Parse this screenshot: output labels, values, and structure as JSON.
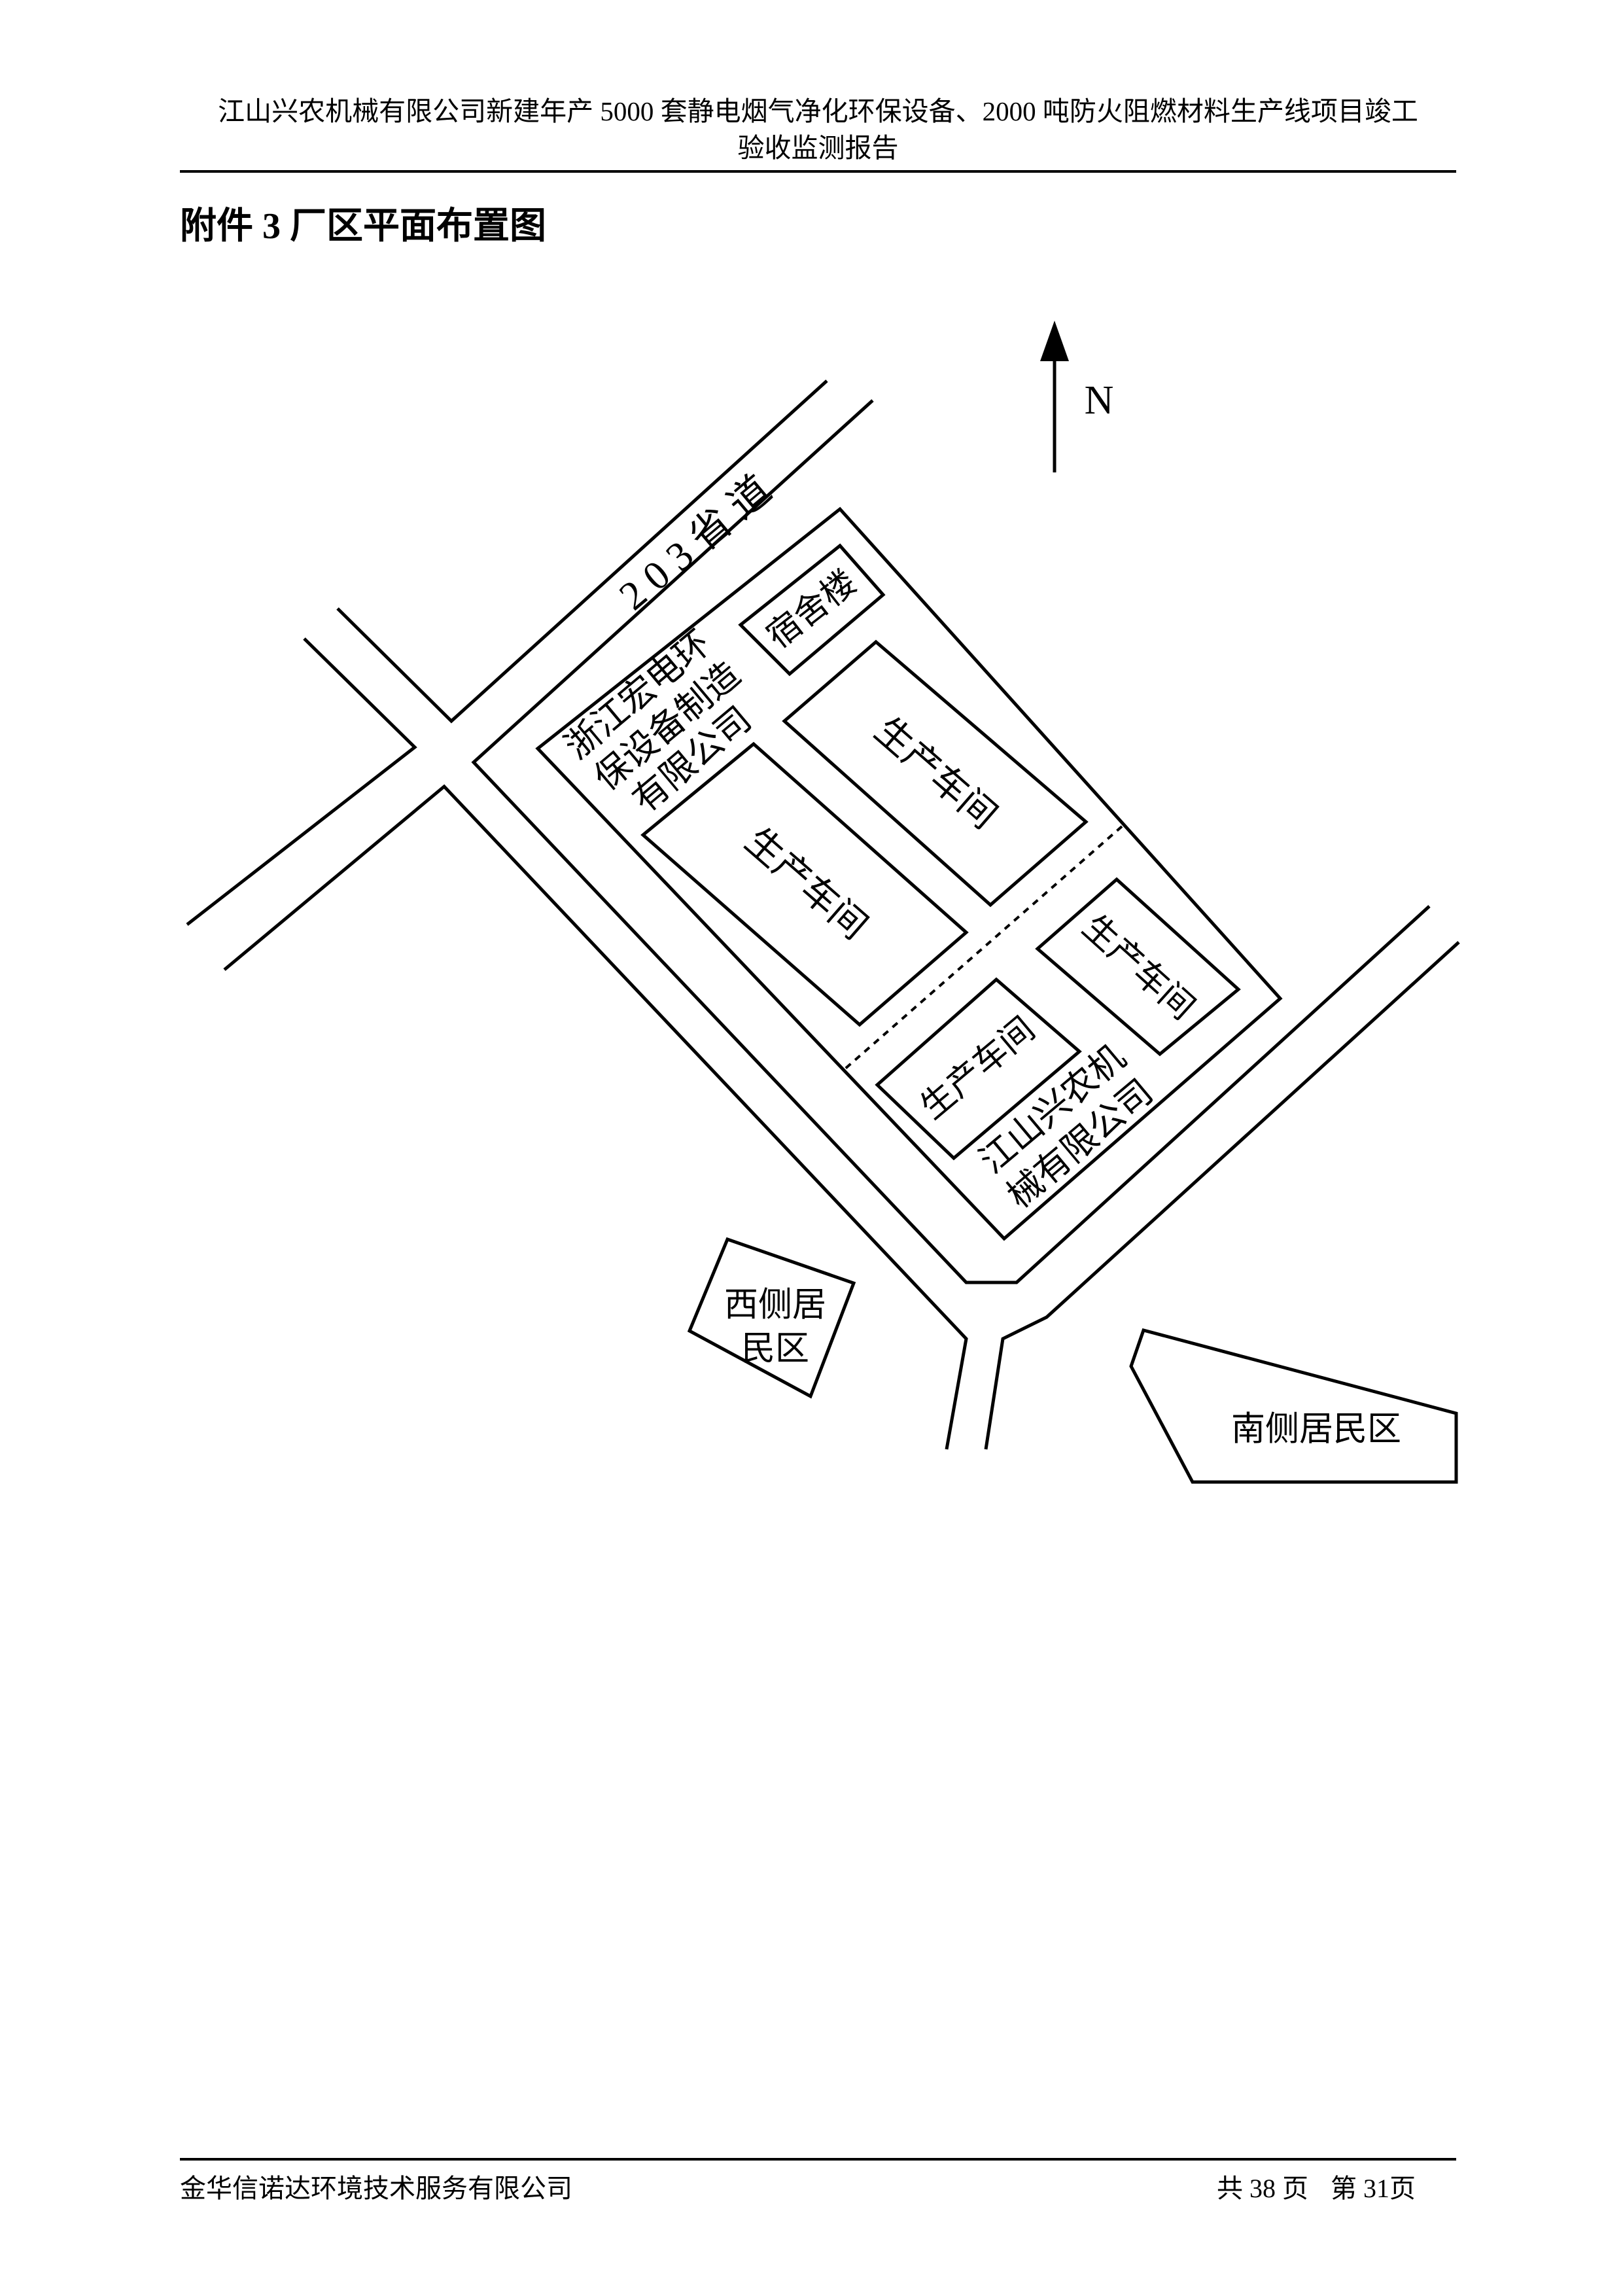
{
  "header": {
    "line1": "江山兴农机械有限公司新建年产 5000 套静电烟气净化环保设备、2000 吨防火阻燃材料生产线项目竣工",
    "line2": "验收监测报告"
  },
  "title": "附件 3 厂区平面布置图",
  "map": {
    "north_label": "N",
    "road_label": "2 0 3 省 道",
    "dormitory": "宿舍楼",
    "workshop": "生产车间",
    "company_hongdian": [
      "浙江宏电环",
      "保设备制造",
      "有限公司"
    ],
    "company_xingnong": [
      "江山兴农机",
      "械有限公司"
    ],
    "west_residential": [
      "西侧居",
      "民区"
    ],
    "south_residential": "南侧居民区"
  },
  "footer": {
    "company": "金华信诺达环境技术服务有限公司",
    "total_pages": "共 38 页",
    "current_page": "第 31页"
  }
}
